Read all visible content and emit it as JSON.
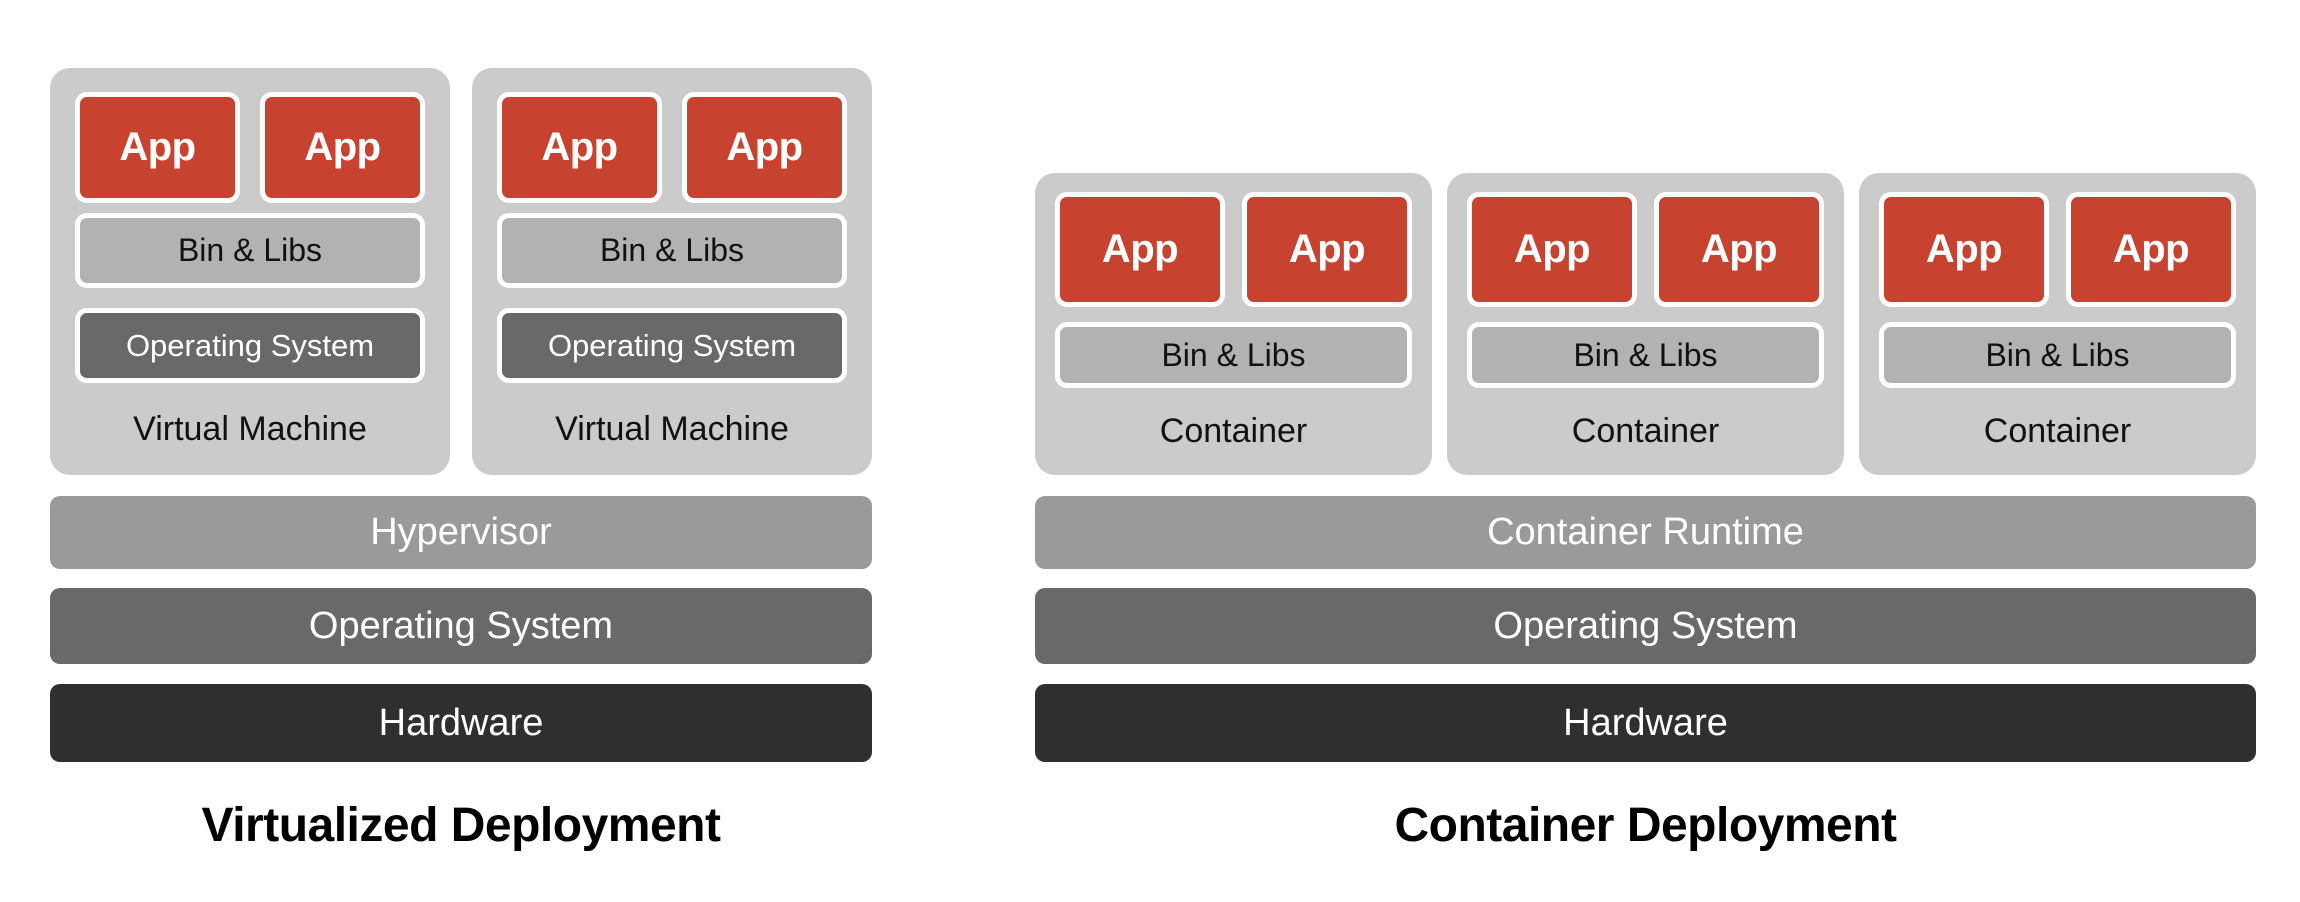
{
  "colors": {
    "app_red": "#C8432F",
    "box_bg": "#CBCBCB",
    "bin_libs_bg": "#B2B2B2",
    "os_inner_bg": "#696969"
  },
  "left": {
    "title": "Virtualized Deployment",
    "machines": [
      {
        "label": "Virtual Machine",
        "apps": [
          "App",
          "App"
        ],
        "bin_libs": "Bin & Libs",
        "os": "Operating System"
      },
      {
        "label": "Virtual Machine",
        "apps": [
          "App",
          "App"
        ],
        "bin_libs": "Bin & Libs",
        "os": "Operating System"
      }
    ],
    "layers": [
      {
        "label": "Hypervisor",
        "color": "#9A9A9A"
      },
      {
        "label": "Operating System",
        "color": "#696969"
      },
      {
        "label": "Hardware",
        "color": "#2F2F2F"
      }
    ]
  },
  "right": {
    "title": "Container Deployment",
    "containers": [
      {
        "label": "Container",
        "apps": [
          "App",
          "App"
        ],
        "bin_libs": "Bin & Libs"
      },
      {
        "label": "Container",
        "apps": [
          "App",
          "App"
        ],
        "bin_libs": "Bin & Libs"
      },
      {
        "label": "Container",
        "apps": [
          "App",
          "App"
        ],
        "bin_libs": "Bin & Libs"
      }
    ],
    "layers": [
      {
        "label": "Container Runtime",
        "color": "#9A9A9A"
      },
      {
        "label": "Operating System",
        "color": "#696969"
      },
      {
        "label": "Hardware",
        "color": "#2F2F2F"
      }
    ]
  }
}
